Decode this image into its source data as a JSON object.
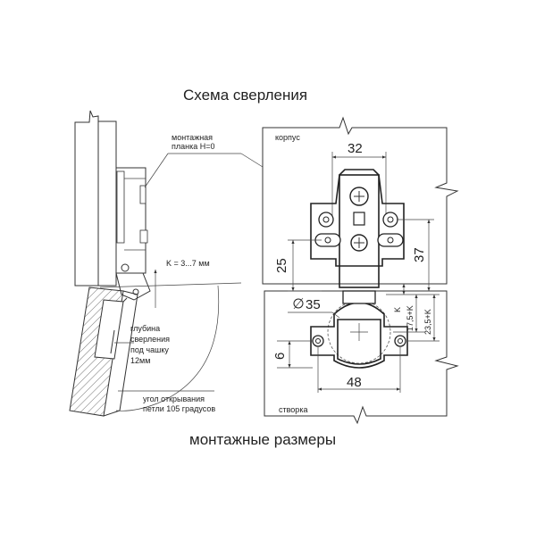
{
  "titles": {
    "top": "Схема сверления",
    "bottom": "монтажные размеры"
  },
  "left_labels": {
    "plate_line1": "монтажная",
    "plate_line2": "планка H=0",
    "k_range": "K = 3...7 мм",
    "depth_line1": "глубина",
    "depth_line2": "сверления",
    "depth_line3": "под чашку",
    "depth_line4": "12мм",
    "angle_line1": "угол открывания",
    "angle_line2": "петли 105 градусов"
  },
  "right_labels": {
    "body": "корпус",
    "door": "створка",
    "dim_32": "32",
    "dim_25": "25",
    "dim_37": "37",
    "dim_35": "35",
    "dim_6": "6",
    "dim_48": "48",
    "dim_k": "K",
    "dim_175k": "17,5+K",
    "dim_235k": "23,5+K"
  }
}
